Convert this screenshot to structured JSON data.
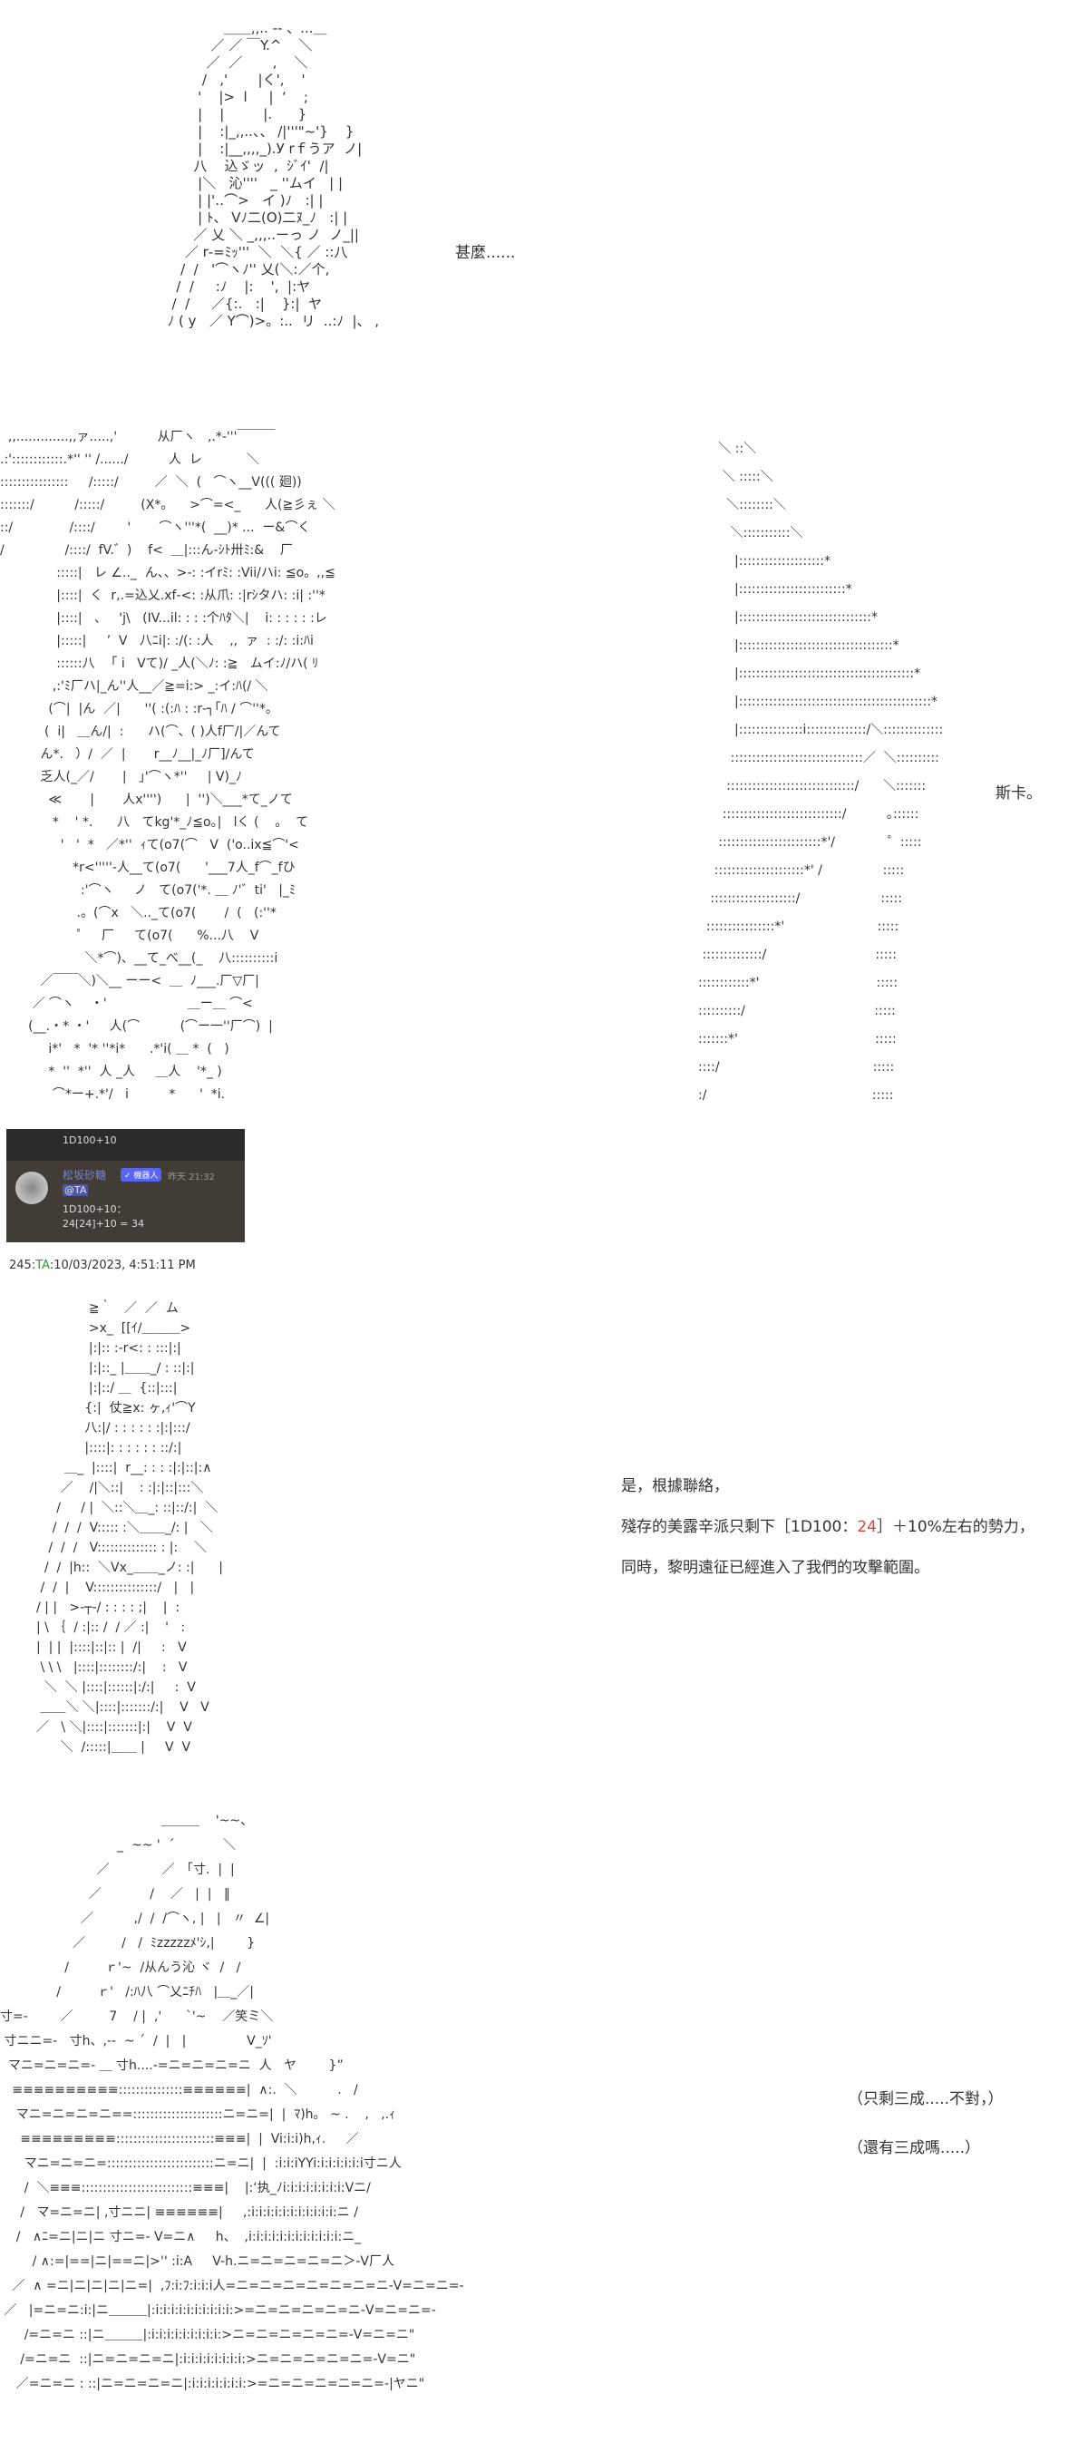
{
  "aa1": {
    "art": "              ＿＿,,.. -‐ 、...＿\n           ／ ／ ￣Y.^    ＼\n          ／  ／       ,    ＼\n         /   ,'       |く',    '\n        '    |>  l     |  ‘    ;\n        |    |         |.      }\n        |    :|_,,..、、 /|'''\"~'}    }\n        |    :|__,,,,_).У rｆうア  ノ|\n       八    込ゞッ  ,  ｼﾞｲ'  /|\n        |＼   沁''''   _ ''ムイ   | |\n        | |'‥⌒>   イ )ﾉ   :| |\n        | ﾄ、 Vﾉ二(O)二ﾇ_ﾉ   :| |\n       ／ 乂 ＼ _,,,..ーっ ノ  ノ_||\n     ／ r‐=ﾐｯ'''  ＼  ＼{ ／ ::八\n    /  /   '⌒ヽﾉ'' 乂(＼:／个,\n   /  /     :ﾉ    |:    ',  |:ヤ\n  /  /     ／{:.   :|    }:|  ヤ\n ﾉ ( y   ／ Y⌒)>。:..  リ  ..:ﾉ  |、 ,",
    "line": "甚麼......"
  },
  "aa2": {
    "art": "  ,,.............,,ァ.....,'          从厂ヽ   ,.*‐'''￣￣￣\n.:'::::::::::::.*'' '' /....../          人  レ           ＼\n::::::::::::::::     /:::::/         ／  ＼  (   ⌒ヽ__V((( 廻))\n:::::::/          /:::::/         (X*。    >⌒=<_      人(≧彡ぇ ＼\n::/              /::::/        '       ⌒ヽ'''*(  __)* ...  ー&⌒く\n/               /::::/  fV.゛)    f<  ＿|:::ん‐ｼﾄ卅ﾐ:&    厂\n              :::::|   レ ∠.._  ん、、>‐: :イrﾐ: :Vii/ハi: ≦o。,,≦\n              |::::|  く  r,.=込乂.xf‐<: :从爪: :|rｼタハ: :i| :''*\n              |::::|   、   'j\\   (IV...il: : : :个ﾊﾀ＼|    i: : : : : :レ\n              |:::::|     ’  V   八ﾆi|: :/(: :人    ,,  ァ  : :/: :i:ﾊi\n              ::::::八    ｢ i   Vて)/ _人(＼ﾉ: :≧   ムイ:ﾉ/ハ( ﾘ\n             ,:'ﾐ厂ハ|_ん''人__／≧=i:> _:イ:ﾊ(/ ＼\n            (⌒|  |ん  ／|      ''( :(:ﾊ : :r‐┐｢ﾊ / ⌒''*。\n           (  i|   ＿ん/|  :      ハ(⌒、( )人f厂/|／んて\n          ん*.   ）/  ／  |       r__ﾉ__|_ﾉ厂]/んて\n          乏人(_／/       |   ｣'⌒ヽ*''     | V)_ﾉ\n            ≪       |       人x'''')      |  '')＼___*て_ノて\n             *    ' *.      八   てkg'*_ﾉ≦o｡|   lく (    。  て\n               '   '  *   ／*''  ｨて(o7(⌒   V  ('o..ix≦⌒'<\n                  *r<'''''‐人__て(o7(      '___7人_f⌒_fひ\n                    :'⌒ヽ     ノ   て(o7('*. ＿ ﾉ'゛ti'   |_ﾐ\n                   .。(⌒x   ＼.._て(o7(       /  (   (:''*\n                   ゜   厂     て(o7(      %...八    V\n                     ＼*⌒)、__て_べ__(_    八::::::::::i\n          ／￣￣＼)＼__ ーー<  ＿  ﾉ___.厂▽厂|\n        ／ ⌒ヽ    ・'                    ＿ー＿ ⌒<\n       (__.・* ・'     人(⌒          (⌒ー一''厂⌒)  |\n            i*'   *  '* ''*i*      .*'i( ＿ *  (   )\n            *  ''  *''  人 _人     ＿人    '*_ )\n             ⌒*ー+.*'/   i          *      '  *i.",
    "art_right": "     ＼ ::＼\n      ＼ :::::＼\n       ＼::::::::＼\n        ＼:::::::::::＼\n         |::::::::::::::::::::*\n         |:::::::::::::::::::::::::*\n         |:::::::::::::::::::::::::::::::*\n         |::::::::::::::::::::::::::::::::::::*\n         |:::::::::::::::::::::::::::::::::::::::::*\n         |:::::::::::::::::::::::::::::::::::::::::::::*\n         |:::::::::::::::i::::::::::::::/＼::::::::::::::\n        :::::::::::::::::::::::::::::::／  ＼::::::::::\n       ::::::::::::::::::::::::::::::/      ＼:::::::\n      ::::::::::::::::::::::::::::/          ｡::::::\n     ::::::::::::::::::::::::*'/             ゜:::::\n    :::::::::::::::::::::*' /               :::::\n   ::::::::::::::::::::/                    :::::\n  ::::::::::::::::*'                       :::::\n ::::::::::::::/                           :::::\n::::::::::::*'                             :::::\n::::::::::/                                :::::\n:::::::*'                                  :::::\n::::/                                      :::::\n:/                                         :::::",
    "line": "斯卡。"
  },
  "discord": {
    "prev_message": "1D100+10",
    "username": "松坂砂糖",
    "badge": "✓ 機器人",
    "time": "昨天 21:32",
    "mention": "@TA",
    "line1": "1D100+10：",
    "line2": "24[24]+10 = 34"
  },
  "post_header": {
    "number": "245",
    "sep": ":",
    "author": "TA",
    "datetime": "10/03/2023, 4:51:11 PM"
  },
  "aa3": {
    "art": "             ≧｀   ／  ／  ム\n             >x_  [[ｲ/＿＿＿>\n             |:|:: :‐r<: : :::|:|\n             |:|::_ |＿＿_/ : ::|:|\n             |:|::/ ＿  {::|:::|\n            {:|  仗≧x: ヶ,ｨ'⌒Y\n            八:|/ : : : : : :|:|:::/\n            |::::|: : : : : : ::/:|\n       ＿_  |::::|  r__: : : :|:|::|:∧\n      ／    /|＼::|    : :|:|::|:::＼\n     /     / |  ＼::＼＿_: ::|::/:|  ＼\n    /  /  /  V::::: :＼＿＿_/: |   ＼\n   /  /  /   V:::::::::::::: : |:    ＼\n  /  /  |h::  ＼Vx_＿＿_ノ: :|      |\n /  /  |    V:::::::::::::::/   |   |\n/ | |   >‐┬‐/ : : : : ;|    |  :\n| \\ ｛  / :|:: /  / ／ :|    '   :\n|  | |  |::::|::|:: |  /|     :   V\n \\ \\ \\   |::::|::::::::/:|    :   V\n  ＼  ＼ |::::|::::::|:/:|     :  V\n ＿＿＼ ＼|::::|:::::::/:|    V   V\n／   \\ ＼|::::|:::::::|:|    V  V\n      ＼  /:::::|＿＿ |     V  V",
    "line1": "是，根據聯絡，",
    "line2_before": "殘存的美露辛派只剩下［1D100：",
    "line2_roll": "24",
    "line2_after": "］＋10%左右的勢力，",
    "line3": "同時，黎明遠征已經進入了我們的攻擊範圍。"
  },
  "aa4": {
    "art": "                                        ＿＿＿    '~~、\n                             _  ~~ '  ´            ＼\n                        ／             ／   ｢寸.  |  |\n                      ／            /    ／   |  |   ‖\n                    ／          ,/  /  /⌒ヽ, |   |   〃  ∠|\n                  ／         /   /  ﾐzzzzzﾒ'ｼ,|        }\n                /         ｒ'~  /从んう沁 ヾ  /   /\n              /         ｒ'   /:ﾊ八 ⌒乂ﾆﾁﾊ   |＿_／|\n寸=-        ／         7    / |  ,'      `'~    ／笑ミ＼\n 寸ニニ=-   寸h、,-‐  ~ ´  /  |   |               V_ｿ'\n  マニ=ニ=ニ=- ＿ 寸h....-=ニ=ニ=ニ=ニ  人   ヤ        }”\n   ≡≡≡≡≡≡≡≡≡≡:::::::::::::::≡≡≡≡≡≡|  ∧:.  ＼          .   /\n    マニ=ニ=ニ=ニ==:::::::::::::::::::::ニ=ニ=|  |  ﾏ)h。 ~ .    ,   ,.ｨ\n     ≡≡≡≡≡≡≡≡≡:::::::::::::::::::::::≡≡≡|  |  Vi:i:i)h,ｨ.     ／\n      マニ=ニ=ニ=:::::::::::::::::::::::::ニ=ニ|  |  :i:i:iYYi:i:i:i:i:i:i寸ニ人\n      /  ＼≡≡≡::::::::::::::::::::::::::≡≡≡|    |:‘执_ﾉi:i:i:i:i:i:i:i:Vニ/\n     /   マ=ニ=ニ| ,寸ニニ| ≡≡≡≡≡≡|     ,:i:i:i:i:i:i:i:i:i:i:i:ニ /\n    /   ∧ﾆ=ニ|ニ|ニ 寸ニ=- V=ニ∧     h、  ,i:i:i:i:i:i:i:i:i:i:i:i:ニ_\n        / ∧:=|==|ニ|==ニ|>'' :i:A     V-h.ニ=ニ=ニ=ニ=ニ＞-V厂人\n   ／  ∧ =ニ|ニ|ニ|ニ|ニ=|  ,ﾌ:i:ﾌ:i:i:i人=ニ=ニ=ニ=ニ=ニ=ニ=ニ-V=ニ=ニ=‐\n ／   |=ニ=ニ:i:|ニ＿＿＿|:i:i:i:i:i:i:i:i:i:i:>=ニ=ニ=ニ=ニ=ニ-V=ニ=ニ=-\n      /=ニ=ニ ::|ニ＿＿＿|:i:i:i:i:i:i:i:i:i:>ニ=ニ=ニ=ニ=ニ=-V=ニ=ニ\"\n     /=ニ=ニ  ::|ニ=ニ=ニ=ニ|:i:i:i:i:i:i:i:i:>ニ=ニ=ニ=ニ=ニ=-V=ニ\"\n    ／=ニ=ニ : ::|ニ=ニ=ニ=ニ|:i:i:i:i:i:i:i:>=ニ=ニ=ニ=ニ=ニ=-|ヤニ\"",
    "line1": "（只剩三成.....不對，）",
    "line2": "（還有三成嗎.....）"
  }
}
